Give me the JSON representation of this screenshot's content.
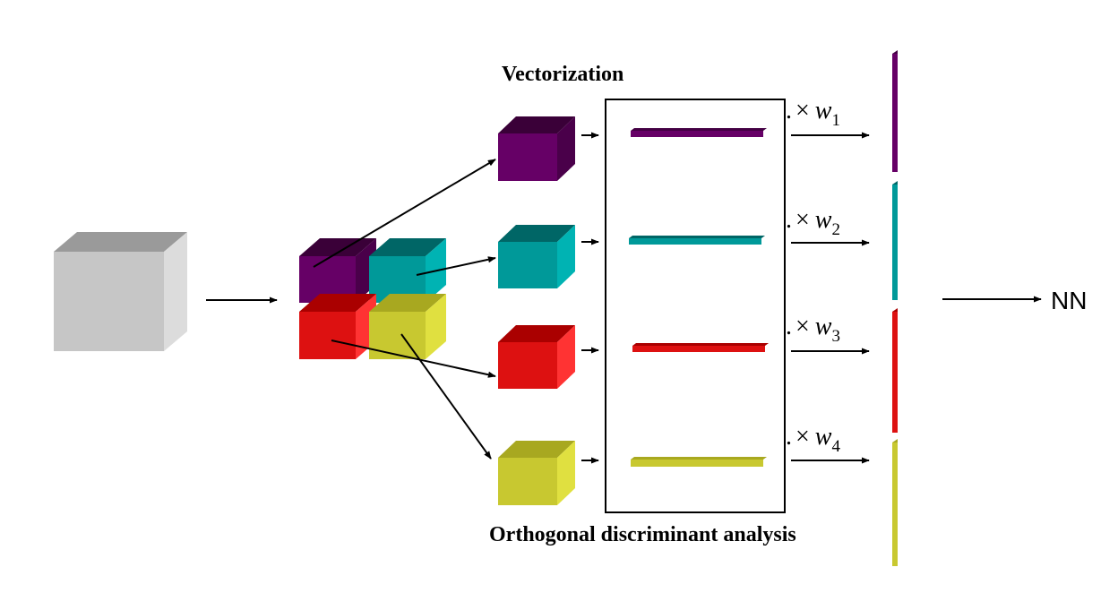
{
  "labels": {
    "vectorization": "Vectorization",
    "oda": "Orthogonal discriminant analysis",
    "output": "NN"
  },
  "weights": [
    {
      "dot": ".",
      "times": "×",
      "symbol": "w",
      "subscript": "1"
    },
    {
      "dot": ".",
      "times": "×",
      "symbol": "w",
      "subscript": "2"
    },
    {
      "dot": ".",
      "times": "×",
      "symbol": "w",
      "subscript": "3"
    },
    {
      "dot": ".",
      "times": "×",
      "symbol": "w",
      "subscript": "4"
    }
  ],
  "colors": {
    "input_cube": "#c8c8c8",
    "purple": "#660066",
    "teal": "#009999",
    "red": "#dd1111",
    "yellow": "#c8c830",
    "arrow": "#000000"
  },
  "icons": [
    "input-cube-icon",
    "sub-cube-icon",
    "vector-bar-icon",
    "arrow-icon"
  ]
}
